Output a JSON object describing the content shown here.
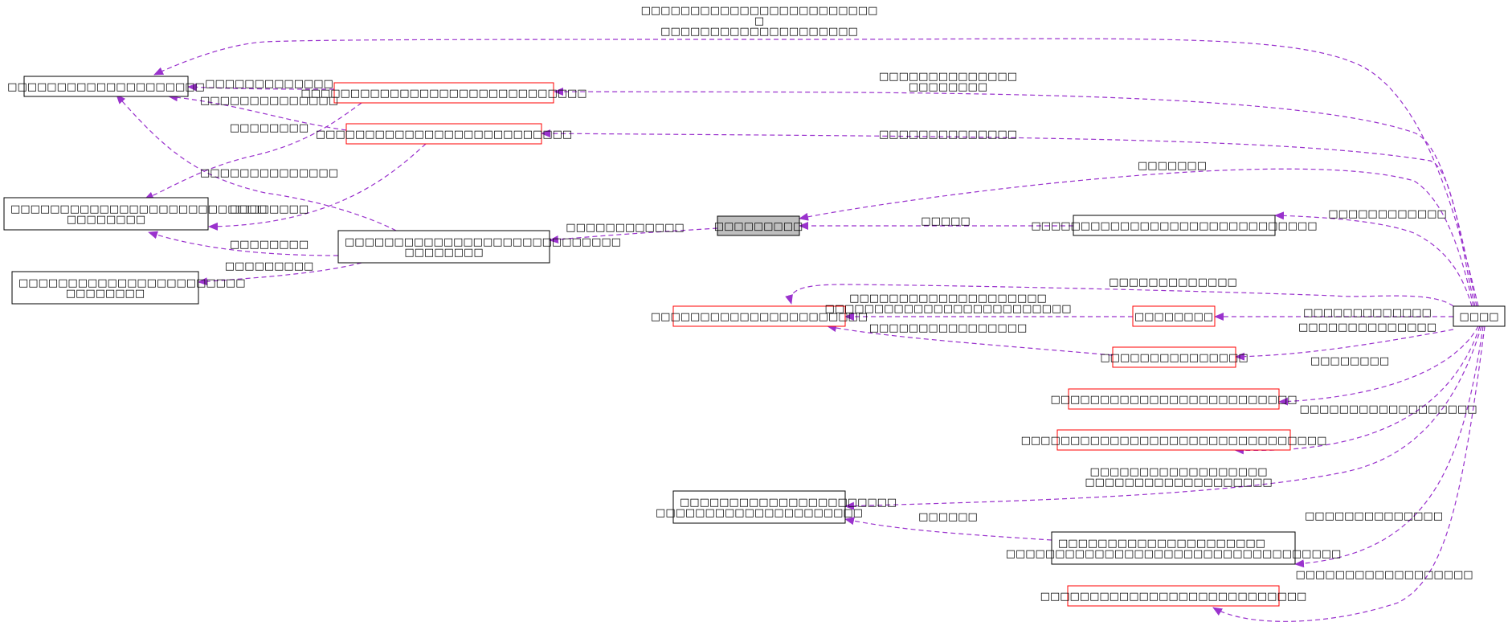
{
  "diagram": {
    "type": "collaboration-graph",
    "colors": {
      "edge": "#9a32cd",
      "node_border": "#000000",
      "node_border_incomplete": "#ff0000",
      "focus_fill": "#bfbfbf",
      "background": "#ffffff"
    },
    "nodes": [
      {
        "id": "n_tl",
        "lines": [
          "□□□□□□□□□□□□□□□□□□□□"
        ],
        "style": "normal"
      },
      {
        "id": "n_ml",
        "lines": [
          "□□□□□□□□□□□□□□□□□□□□□□□□□□",
          "□□□□□□□□"
        ],
        "style": "normal"
      },
      {
        "id": "n_bl",
        "lines": [
          "□□□□□□□□□□□□□□□□□□□□□□□",
          "□□□□□□□□"
        ],
        "style": "normal"
      },
      {
        "id": "n_r1",
        "lines": [
          "□□□□□□□□□□□□□□□□□□□□□□□□□□□□□"
        ],
        "style": "incomplete"
      },
      {
        "id": "n_r2",
        "lines": [
          "□□□□□□□□□□□□□□□□□□□□□□□□□□"
        ],
        "style": "incomplete"
      },
      {
        "id": "n_mid",
        "lines": [
          "□□□□□□□□□□□□□□□□□□□□□□□□□□□□",
          "□□□□□□□□"
        ],
        "style": "normal"
      },
      {
        "id": "n_focus",
        "lines": [
          "□□□□□□□□□"
        ],
        "style": "focus"
      },
      {
        "id": "n_right1",
        "lines": [
          "□□□□□□□□□□□□□□□□□□□□□□□□□□□□□"
        ],
        "style": "normal"
      },
      {
        "id": "n_main",
        "lines": [
          "□□□□"
        ],
        "style": "normal"
      },
      {
        "id": "n_red_big",
        "lines": [
          "□□□□□□□□□□□□□□□□□□□□□□"
        ],
        "style": "incomplete"
      },
      {
        "id": "n_red_s1",
        "lines": [
          "□□□□□□□□"
        ],
        "style": "incomplete"
      },
      {
        "id": "n_red_s2",
        "lines": [
          "□□□□□□□□□□□□□□□"
        ],
        "style": "incomplete"
      },
      {
        "id": "n_red3",
        "lines": [
          "□□□□□□□□□□□□□□□□□□□□□□□□□"
        ],
        "style": "incomplete"
      },
      {
        "id": "n_red4",
        "lines": [
          "□□□□□□□□□□□□□□□□□□□□□□□□□□□□□□□"
        ],
        "style": "incomplete"
      },
      {
        "id": "n_bm",
        "lines": [
          "□□□□□□□□□□□□□□□□□□□□□□",
          "□□□□□□□□□□□□□□□□□□□□□"
        ],
        "style": "normal"
      },
      {
        "id": "n_br",
        "lines": [
          "□□□□□□□□□□□□□□□□□□□□□",
          "□□□□□□□□□□□□□□□□□□□□□□□□□□□□□□□□□□"
        ],
        "style": "normal"
      },
      {
        "id": "n_red5",
        "lines": [
          "□□□□□□□□□□□□□□□□□□□□□□□□□□□"
        ],
        "style": "incomplete"
      }
    ],
    "edges": [
      {
        "id": "e_main_tl",
        "lines": [
          "□□□□□□□□□□□□□□□□□□□□□□□□",
          "□",
          "□□□□□□□□□□□□□□□□□□□□"
        ]
      },
      {
        "id": "e_main_r1",
        "lines": [
          "□□□□□□□□□□□□□□",
          "□□□□□□□□"
        ]
      },
      {
        "id": "e_main_r2",
        "lines": [
          "□□□□□□□□□□□□□□"
        ]
      },
      {
        "id": "e_main_focus",
        "lines": [
          "□□□□□□□"
        ]
      },
      {
        "id": "e_main_right1",
        "lines": [
          "□□□□□□□□□□□□"
        ]
      },
      {
        "id": "e_right1_focus",
        "lines": [
          "□□□□□"
        ]
      },
      {
        "id": "e_focus_mid",
        "lines": [
          "□□□□□□□□□□□□"
        ]
      },
      {
        "id": "e_r1_tl",
        "lines": [
          "□□□□□□□□□□□□□"
        ]
      },
      {
        "id": "e_r2_tl",
        "lines": [
          "□□□□□□□□□□□□□□"
        ]
      },
      {
        "id": "e_r1_ml",
        "lines": [
          "□□□□□□□□"
        ]
      },
      {
        "id": "e_mid_tl",
        "lines": [
          "□□□□□□□□□□□□□□"
        ]
      },
      {
        "id": "e_r2_ml",
        "lines": [
          "□□□□□□□□"
        ]
      },
      {
        "id": "e_mid_ml",
        "lines": [
          "□□□□□□□□"
        ]
      },
      {
        "id": "e_mid_bl",
        "lines": [
          "□□□□□□□□□"
        ]
      },
      {
        "id": "e_main_redbig",
        "lines": [
          "□□□□□□□□□□□□□"
        ]
      },
      {
        "id": "e_s1_redbig",
        "lines": [
          "□□□□□□□□□□□□□□□□□□□□",
          "□□□□□□□□□□□□□□□□□□□□□□□□□"
        ]
      },
      {
        "id": "e_main_s1",
        "lines": [
          "□□□□□□□□□□□□□"
        ]
      },
      {
        "id": "e_main_s2",
        "lines": [
          "□□□□□□□□□□□□□□"
        ]
      },
      {
        "id": "e_s2_redbig",
        "lines": [
          "□□□□□□□□□□□□□□□□"
        ]
      },
      {
        "id": "e_main_red3",
        "lines": [
          "□□□□□□□□"
        ]
      },
      {
        "id": "e_main_red4",
        "lines": [
          "□□□□□□□□□□□□□□□□□□"
        ]
      },
      {
        "id": "e_main_bm",
        "lines": [
          "□□□□□□□□□□□□□□□□□□",
          "□□□□□□□□□□□□□□□□□□□"
        ]
      },
      {
        "id": "e_br_bm",
        "lines": [
          "□□□□□□"
        ]
      },
      {
        "id": "e_main_br",
        "lines": [
          "□□□□□□□□□□□□□□"
        ]
      },
      {
        "id": "e_main_red5",
        "lines": [
          "□□□□□□□□□□□□□□□□□□"
        ]
      }
    ]
  }
}
